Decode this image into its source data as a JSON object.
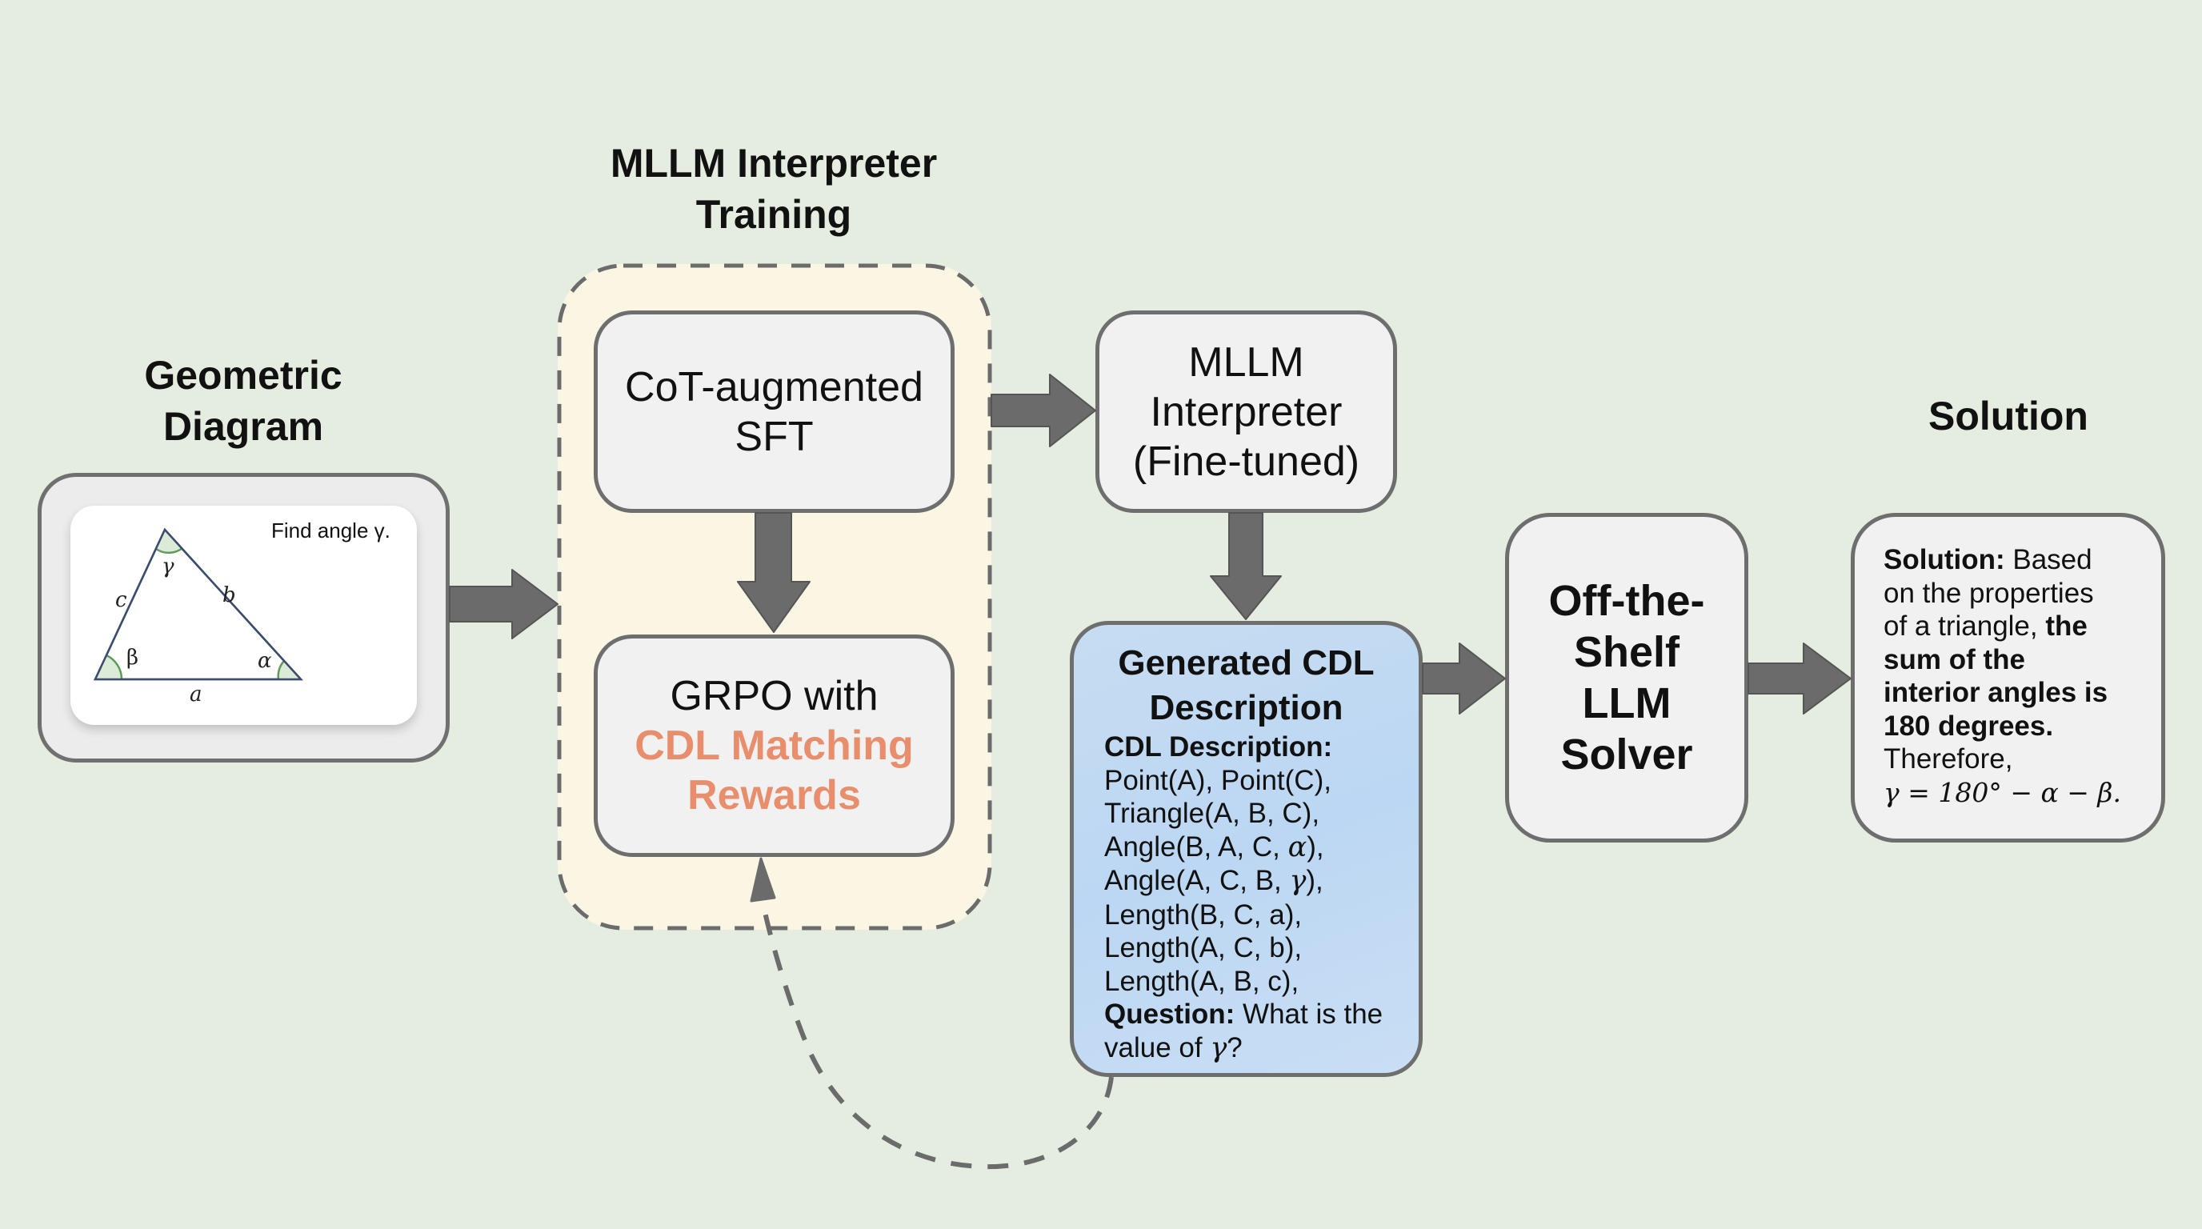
{
  "diagram": {
    "title_line1": "Geometric",
    "title_line2": "Diagram",
    "problem_text": "Find angle γ.",
    "labels": {
      "side_a": "a",
      "side_b": "b",
      "side_c": "c",
      "angle_alpha": "α",
      "angle_beta": "β",
      "angle_gamma": "γ"
    }
  },
  "training": {
    "title_line1": "MLLM Interpreter",
    "title_line2": "Training",
    "sft_box": {
      "line1": "CoT-augmented",
      "line2": "SFT"
    },
    "grpo_box": {
      "line1": "GRPO with",
      "accent_line1": "CDL Matching",
      "accent_line2": "Rewards"
    }
  },
  "interpreter": {
    "line1": "MLLM",
    "line2": "Interpreter",
    "line3": "(Fine-tuned)"
  },
  "cdl": {
    "title_line1": "Generated CDL",
    "title_line2": "Description",
    "heading": "CDL Description:",
    "lines": [
      "Point(A), Point(C),",
      "Triangle(A, B, C),",
      "Angle(B, A, C, ",
      "Angle(A, C, B, ",
      "Length(B, C, a),",
      "Length(A, C, b),",
      "Length(A, B, c),"
    ],
    "angle_symbols": [
      "α",
      "γ"
    ],
    "angle_suffix": "),",
    "question_label": "Question:",
    "question_text": " What is the",
    "question_line2_prefix": "value of ",
    "question_symbol": "γ",
    "question_suffix": "?"
  },
  "solver": {
    "line1": "Off-the-",
    "line2": "Shelf",
    "line3": "LLM",
    "line4": "Solver"
  },
  "solution": {
    "title": "Solution",
    "label": "Solution:",
    "text_line1_rest": " Based",
    "line2": "on the properties",
    "line3_plain": "of a triangle, ",
    "line3_bold": "the",
    "line4_bold": "sum of the",
    "line5_bold": "interior angles is",
    "line6_bold": "180 degrees.",
    "line7": "Therefore,",
    "formula": "γ = 180° − α − β."
  },
  "colors": {
    "background": "#e4eddf",
    "accent": "#e88e6c",
    "arrow": "#6b6b6b",
    "cdl_fill": "#c3daf3",
    "training_fill": "#fbf5e3"
  }
}
